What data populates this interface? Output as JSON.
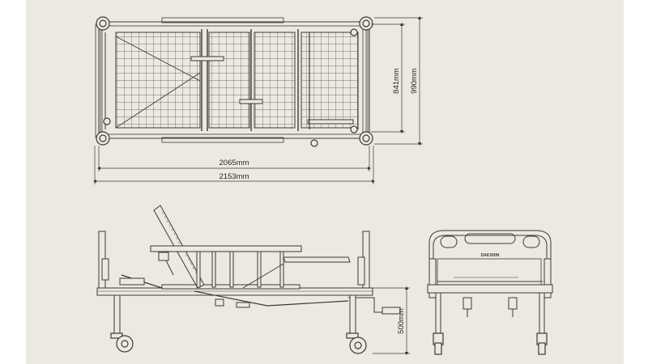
{
  "colors": {
    "background": "#ebe9e0",
    "line": "#3a3a3a",
    "frame": "#ffffff"
  },
  "dimensions": {
    "inner_length": "2065mm",
    "overall_length": "2153mm",
    "inner_width": "841mm",
    "overall_width": "990mm",
    "height": "500mm"
  },
  "views": {
    "top": "top-view",
    "side": "side-view",
    "front": "front-view"
  },
  "headboard_label": "DAKSHIN"
}
